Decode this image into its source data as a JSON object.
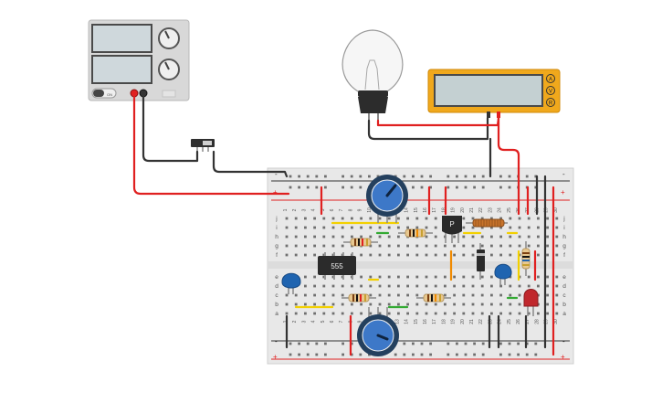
{
  "power_supply": {
    "button_label": "ON"
  },
  "ic": {
    "label": "555"
  },
  "transistor": {
    "label": "P"
  },
  "multimeter": {
    "mode_buttons": [
      "A",
      "V",
      "R"
    ]
  },
  "breadboard": {
    "row_letters_top": [
      "j",
      "i",
      "h",
      "g",
      "f"
    ],
    "row_letters_bottom": [
      "e",
      "d",
      "c",
      "b",
      "a"
    ],
    "rail_plus": "+",
    "rail_minus": "-",
    "column_numbers": [
      "1",
      "2",
      "3",
      "4",
      "5",
      "6",
      "7",
      "8",
      "9",
      "10",
      "11",
      "12",
      "13",
      "14",
      "15",
      "16",
      "17",
      "18",
      "19",
      "20",
      "21",
      "22",
      "23",
      "24",
      "25",
      "26",
      "27",
      "28",
      "29",
      "30"
    ]
  },
  "colors": {
    "wire_red": "#e02020",
    "wire_black": "#333333",
    "wire_yellow": "#f2d000",
    "wire_green": "#33aa33",
    "wire_orange": "#f08a00",
    "pot_blue": "#3d78c8",
    "cap_blue": "#1f64b0",
    "led_red": "#c0282d",
    "meter_frame": "#f0a81c",
    "board": "#e8e8e8"
  }
}
